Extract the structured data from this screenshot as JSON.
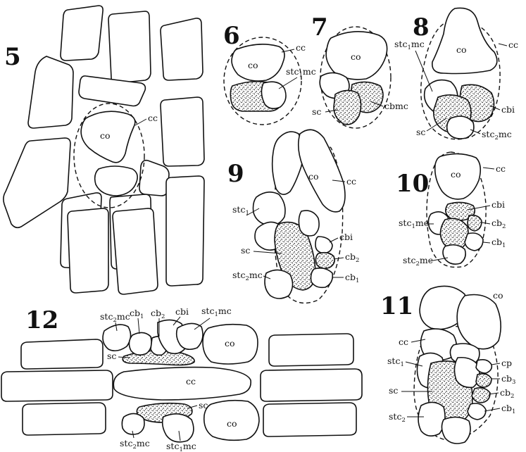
{
  "figure_numbers": [
    "5",
    "6",
    "7",
    "8",
    "9",
    "10",
    "11",
    "12"
  ],
  "labels": {
    "co": "co",
    "cc": "cc",
    "sc": "sc",
    "stc": "stc",
    "mc": "mc",
    "cb": "cb",
    "cbi": "cbi",
    "cbmc": "cbmc",
    "cp": "cp",
    "sub1": "1",
    "sub2": "2",
    "sub3": "3"
  }
}
